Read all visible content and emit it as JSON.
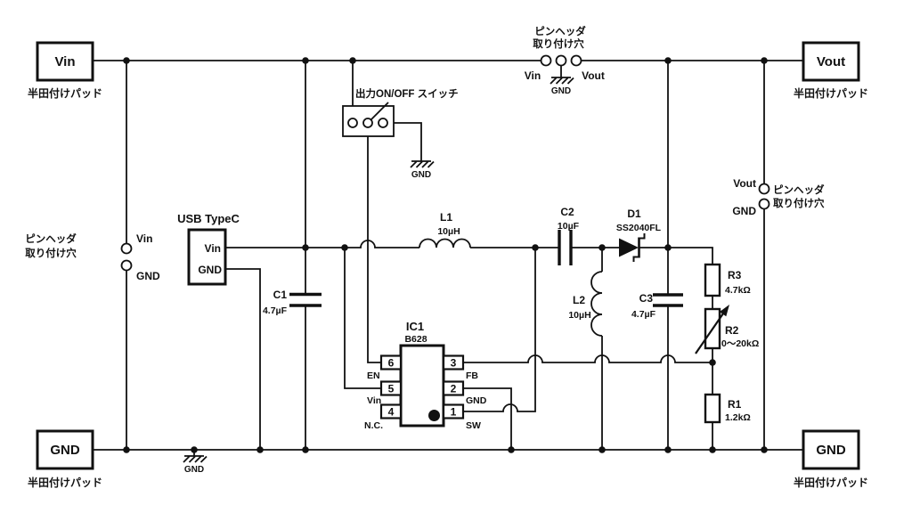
{
  "pads": {
    "vin": {
      "label": "Vin",
      "caption": "半田付けパッド"
    },
    "vout": {
      "label": "Vout",
      "caption": "半田付けパッド"
    },
    "gnd_left": {
      "label": "GND",
      "caption": "半田付けパッド"
    },
    "gnd_right": {
      "label": "GND",
      "caption": "半田付けパッド"
    }
  },
  "headers": {
    "top": {
      "caption1": "ピンヘッダ",
      "caption2": "取り付け穴",
      "vin": "Vin",
      "gnd": "GND",
      "vout": "Vout"
    },
    "left": {
      "caption1": "ピンヘッダ",
      "caption2": "取り付け穴",
      "vin": "Vin",
      "gnd": "GND"
    },
    "right": {
      "caption1": "ピンヘッダ",
      "caption2": "取り付け穴",
      "vout": "Vout",
      "gnd": "GND"
    }
  },
  "switch": {
    "caption": "出力ON/OFF スイッチ",
    "gnd": "GND"
  },
  "usb": {
    "title": "USB TypeC",
    "pin_vin": "Vin",
    "pin_gnd": "GND"
  },
  "ic": {
    "ref": "IC1",
    "part": "B628",
    "pin6": "6",
    "pin5": "5",
    "pin4": "4",
    "pin3": "3",
    "pin2": "2",
    "pin1": "1",
    "en": "EN",
    "vin": "Vin",
    "nc": "N.C.",
    "fb": "FB",
    "gnd": "GND",
    "sw": "SW"
  },
  "components": {
    "c1": {
      "ref": "C1",
      "value": "4.7µF"
    },
    "l1": {
      "ref": "L1",
      "value": "10µH"
    },
    "c2": {
      "ref": "C2",
      "value": "10µF"
    },
    "d1": {
      "ref": "D1",
      "value": "SS2040FL"
    },
    "l2": {
      "ref": "L2",
      "value": "10µH"
    },
    "c3": {
      "ref": "C3",
      "value": "4.7µF"
    },
    "r3": {
      "ref": "R3",
      "value": "4.7kΩ"
    },
    "r2": {
      "ref": "R2",
      "value": "0～20kΩ"
    },
    "r1": {
      "ref": "R1",
      "value": "1.2kΩ"
    }
  },
  "grounds": {
    "label": "GND"
  },
  "colors": {
    "line": "#111111",
    "background": "#ffffff"
  }
}
